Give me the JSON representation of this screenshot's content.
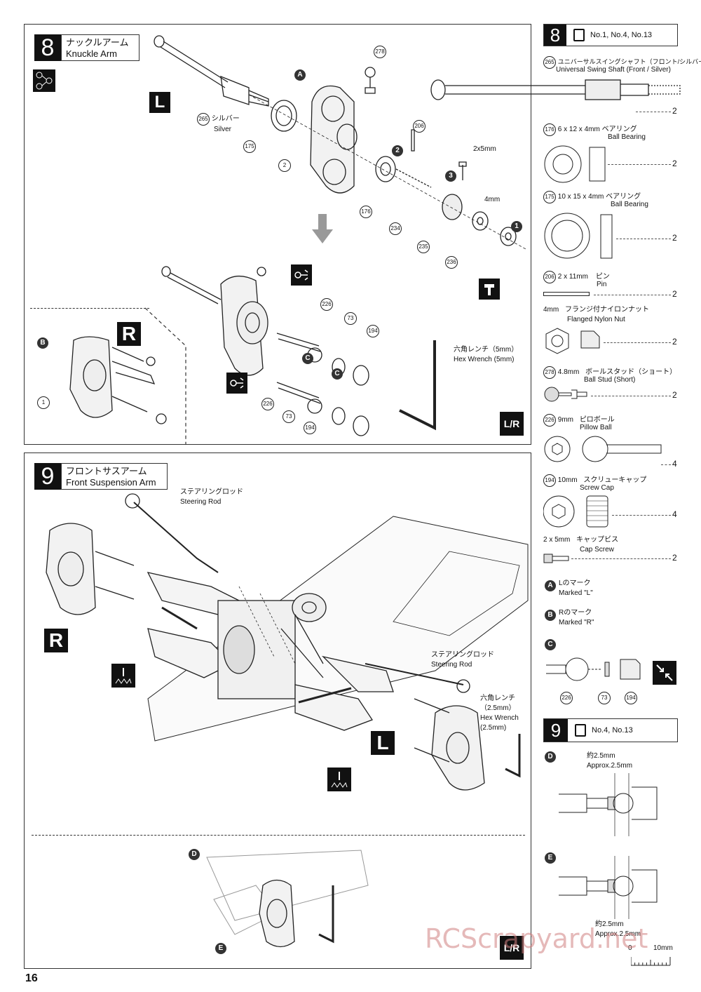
{
  "page_number": "16",
  "watermark": "RCScrapyard.net",
  "step8": {
    "number": "8",
    "title_ja": "ナックルアーム",
    "title_en": "Knuckle Arm",
    "side_L": "L",
    "side_R": "R",
    "side_LR": "L/R",
    "labels": {
      "p278": "278",
      "p265": "265",
      "silver_ja": "シルバー",
      "silver_en": "Silver",
      "p175": "175",
      "p2": "2",
      "p206": "206",
      "p176": "176",
      "p234": "234",
      "p235": "235",
      "p236": "236",
      "p226a": "226",
      "p73a": "73",
      "p194a": "194",
      "p226b": "226",
      "p73b": "73",
      "p194b": "194",
      "p1": "1",
      "size_2x5": "2x5mm",
      "size_4mm": "4mm",
      "hex_ja": "六角レンチ（5mm）",
      "hex_en": "Hex Wrench (5mm)",
      "markA": "A",
      "markB": "B",
      "markC1": "C",
      "markC2": "C",
      "step1": "1",
      "step2": "2",
      "step3": "3"
    }
  },
  "step9": {
    "number": "9",
    "title_ja": "フロントサスアーム",
    "title_en": "Front Suspension Arm",
    "side_R": "R",
    "side_L": "L",
    "side_LR": "L/R",
    "labels": {
      "steer1_ja": "ステアリングロッド",
      "steer1_en": "Steering Rod",
      "steer2_ja": "ステアリングロッド",
      "steer2_en": "Steering Rod",
      "hex_ja": "六角レンチ",
      "hex_sz": "（2.5mm）",
      "hex_en": "Hex Wrench",
      "hex_en_sz": "(2.5mm)",
      "markD": "D",
      "markE": "E"
    }
  },
  "parts8": {
    "number": "8",
    "bag": "No.1, No.4, No.13",
    "items": [
      {
        "id": "265",
        "ja": "ユニバーサルスイングシャフト（フロント/シルバー）",
        "en": "Universal Swing Shaft (Front / Silver)",
        "qty": "2"
      },
      {
        "id": "176",
        "size": "6 x 12 x 4mm",
        "ja": "ベアリング",
        "en": "Ball Bearing",
        "qty": "2"
      },
      {
        "id": "175",
        "size": "10 x 15 x 4mm",
        "ja": "ベアリング",
        "en": "Ball Bearing",
        "qty": "2"
      },
      {
        "id": "206",
        "size": "2 x 11mm",
        "ja": "ピン",
        "en": "Pin",
        "qty": "2"
      },
      {
        "id": "",
        "size": "4mm",
        "ja": "フランジ付ナイロンナット",
        "en": "Flanged Nylon Nut",
        "qty": "2"
      },
      {
        "id": "278",
        "size": "4.8mm",
        "ja": "ボールスタッド（ショート）",
        "en": "Ball Stud (Short)",
        "qty": "2"
      },
      {
        "id": "226",
        "size": "9mm",
        "ja": "ピロボール",
        "en": "Pillow Ball",
        "qty": "4"
      },
      {
        "id": "194",
        "size": "10mm",
        "ja": "スクリューキャップ",
        "en": "Screw Cap",
        "qty": "4"
      },
      {
        "id": "",
        "size": "2 x 5mm",
        "ja": "キャップビス",
        "en": "Cap Screw",
        "qty": "2"
      }
    ],
    "markA": {
      "letter": "A",
      "ja": "Lのマーク",
      "en": "Marked \"L\""
    },
    "markB": {
      "letter": "B",
      "ja": "Rのマーク",
      "en": "Marked \"R\""
    },
    "markC": {
      "letter": "C",
      "p226": "226",
      "p73": "73",
      "p194": "194"
    }
  },
  "parts9": {
    "number": "9",
    "bag": "No.4, No.13",
    "markD": {
      "letter": "D",
      "ja": "約2.5mm",
      "en": "Approx.2.5mm"
    },
    "markE": {
      "letter": "E",
      "ja": "約2.5mm",
      "en": "Approx.2.5mm"
    },
    "scale": {
      "zero": "0",
      "ten": "10mm"
    }
  }
}
